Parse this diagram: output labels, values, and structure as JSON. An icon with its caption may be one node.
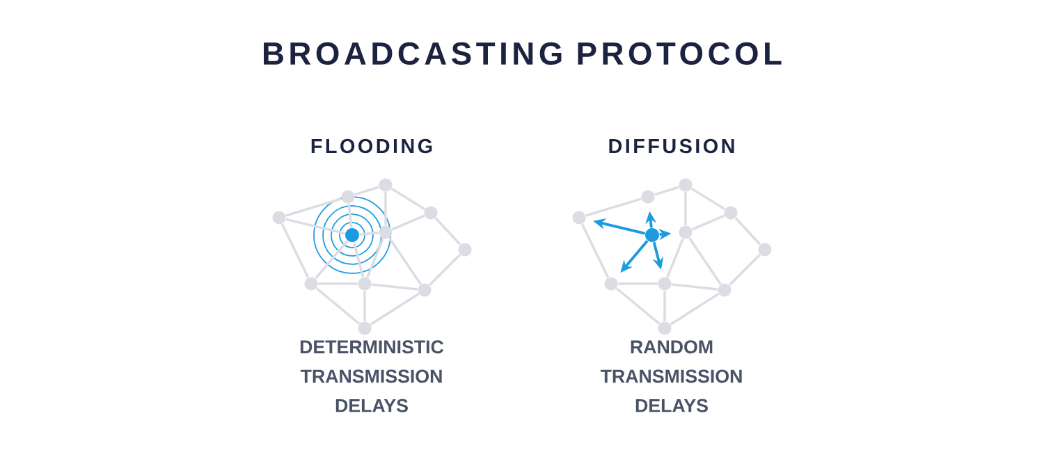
{
  "diagram": {
    "title": "BROADCASTING PROTOCOL",
    "nodes": [
      {
        "text": [],
        "shape": "circle"
      },
      {
        "text": [],
        "shape": "circle"
      },
      {
        "text": [],
        "shape": "circle"
      },
      {
        "text": [],
        "shape": "circle"
      },
      {
        "text": [],
        "shape": "circle"
      },
      {
        "text": [],
        "shape": "circle"
      },
      {
        "text": [],
        "shape": "circle"
      },
      {
        "text": [],
        "shape": "circle"
      },
      {
        "text": [],
        "shape": "circle"
      },
      {
        "text": [],
        "shape": "circle"
      },
      {
        "text": [],
        "shape": "circle"
      },
      {
        "text": [],
        "shape": "circle"
      },
      {
        "text": [],
        "shape": "circle"
      },
      {
        "text": [],
        "shape": "circle"
      },
      {
        "text": [],
        "shape": "circle"
      },
      {
        "text": [],
        "shape": "circle"
      },
      {
        "text": [],
        "shape": "circle"
      },
      {
        "text": [],
        "shape": "circle"
      },
      {
        "text": [],
        "shape": "circle"
      },
      {
        "text": [],
        "shape": "circle"
      },
      {
        "text": [],
        "shape": "circle"
      },
      {
        "text": [],
        "shape": "circle"
      }
    ],
    "edges": [
      {
        "from": 0,
        "to": 1,
        "arrow": "none"
      },
      {
        "from": 1,
        "to": 2,
        "arrow": "none"
      },
      {
        "from": 2,
        "to": 3,
        "arrow": "none"
      },
      {
        "from": 2,
        "to": 4,
        "arrow": "none"
      },
      {
        "from": 3,
        "to": 4,
        "arrow": "none"
      },
      {
        "from": 3,
        "to": 5,
        "arrow": "none"
      },
      {
        "from": 5,
        "to": 8,
        "arrow": "none"
      },
      {
        "from": 4,
        "to": 8,
        "arrow": "none"
      },
      {
        "from": 0,
        "to": 6,
        "arrow": "none"
      },
      {
        "from": 6,
        "to": 7,
        "arrow": "none"
      },
      {
        "from": 6,
        "to": 9,
        "arrow": "none"
      },
      {
        "from": 7,
        "to": 9,
        "arrow": "none"
      },
      {
        "from": 9,
        "to": 8,
        "arrow": "none"
      },
      {
        "from": 7,
        "to": 8,
        "arrow": "none"
      },
      {
        "from": 7,
        "to": 4,
        "arrow": "none"
      },
      {
        "from": 10,
        "to": 0,
        "arrow": "none"
      },
      {
        "from": 10,
        "to": 1,
        "arrow": "none"
      },
      {
        "from": 10,
        "to": 4,
        "arrow": "none"
      },
      {
        "from": 10,
        "to": 6,
        "arrow": "none"
      },
      {
        "from": 10,
        "to": 7,
        "arrow": "none"
      },
      {
        "from": 11,
        "to": 12,
        "arrow": "none"
      },
      {
        "from": 12,
        "to": 13,
        "arrow": "none"
      },
      {
        "from": 13,
        "to": 14,
        "arrow": "none"
      },
      {
        "from": 13,
        "to": 15,
        "arrow": "none"
      },
      {
        "from": 14,
        "to": 15,
        "arrow": "none"
      },
      {
        "from": 14,
        "to": 16,
        "arrow": "none"
      },
      {
        "from": 16,
        "to": 19,
        "arrow": "none"
      },
      {
        "from": 15,
        "to": 19,
        "arrow": "none"
      },
      {
        "from": 11,
        "to": 17,
        "arrow": "none"
      },
      {
        "from": 17,
        "to": 18,
        "arrow": "none"
      },
      {
        "from": 17,
        "to": 20,
        "arrow": "none"
      },
      {
        "from": 18,
        "to": 20,
        "arrow": "none"
      },
      {
        "from": 20,
        "to": 19,
        "arrow": "none"
      },
      {
        "from": 18,
        "to": 19,
        "arrow": "none"
      },
      {
        "from": 18,
        "to": 15,
        "arrow": "none"
      },
      {
        "from": 21,
        "to": 11,
        "arrow": "to",
        "color": "#1a9be0"
      },
      {
        "from": 21,
        "to": 12,
        "arrow": "to",
        "color": "#1a9be0"
      },
      {
        "from": 21,
        "to": 15,
        "arrow": "to",
        "color": "#1a9be0"
      },
      {
        "from": 21,
        "to": 17,
        "arrow": "to",
        "color": "#1a9be0"
      },
      {
        "from": 21,
        "to": 18,
        "arrow": "to",
        "color": "#1a9be0"
      }
    ],
    "labels": [
      "FLOODING",
      "DIFFUSION",
      "DETERMINISTIC TRANSMISSION DELAYS",
      "RANDOM TRANSMISSION DELAYS"
    ]
  }
}
